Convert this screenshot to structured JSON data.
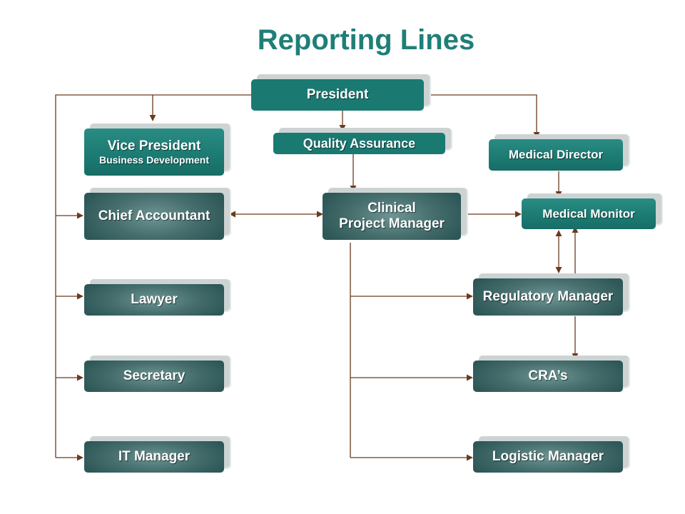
{
  "title": "Reporting Lines",
  "nodes": {
    "president": "President",
    "vice_president": "Vice President",
    "vice_president_sub": "Business Development",
    "quality_assurance": "Quality Assurance",
    "medical_director": "Medical Director",
    "chief_accountant": "Chief Accountant",
    "clinical_pm_line1": "Clinical",
    "clinical_pm_line2": "Project Manager",
    "medical_monitor": "Medical Monitor",
    "lawyer": "Lawyer",
    "regulatory_manager": "Regulatory Manager",
    "secretary": "Secretary",
    "cras": "CRA’s",
    "it_manager": "IT Manager",
    "logistic_manager": "Logistic Manager"
  },
  "colors": {
    "title": "#1f7f78",
    "teal_box": "#1a7a72",
    "gray_box": "#456e6d",
    "connector": "#6b3a1f"
  }
}
